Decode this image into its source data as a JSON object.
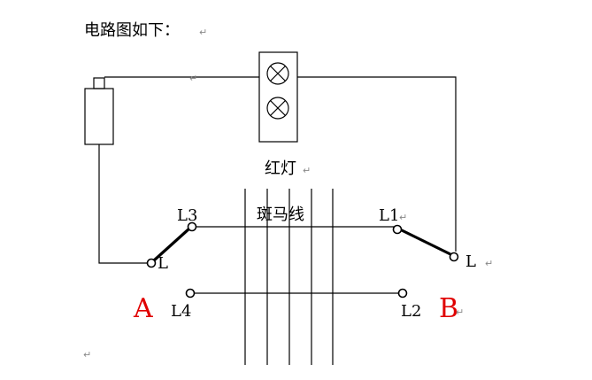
{
  "heading": "电路图如下：",
  "labels": {
    "light": "红灯",
    "crosswalk": "斑马线",
    "L1": "L1",
    "L2": "L2",
    "L3": "L3",
    "L4": "L4",
    "L_left": "L",
    "L_right": "L",
    "A": "A",
    "B": "B"
  },
  "paragraph_mark": "↵",
  "colors": {
    "line": "#000000",
    "switch_letter": "#e00000"
  },
  "icons": [
    "battery-icon",
    "lamp-icon",
    "lamp-icon"
  ]
}
